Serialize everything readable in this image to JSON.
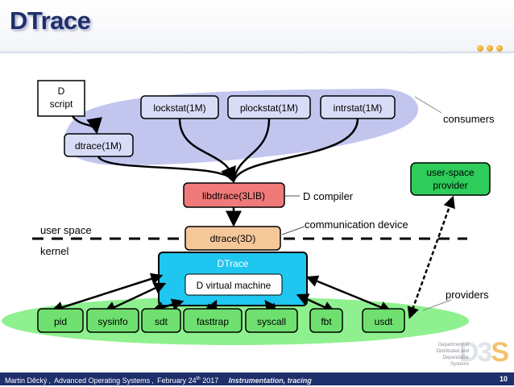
{
  "slide": {
    "title": "DTrace",
    "page_number": "10"
  },
  "footer": {
    "author": "Martin Děcký",
    "course": "Advanced Operating Systems",
    "date_month_day": "February 24",
    "date_suffix": "th",
    "date_year": "2017",
    "topic": "Instrumentation, tracing"
  },
  "logo": {
    "lines": [
      "Department of",
      "Distributed and",
      "Dependable",
      "Systems"
    ],
    "mark_prefix": "D3",
    "mark_suffix": "S"
  },
  "diagram": {
    "consumers": {
      "d_script_line1": "D",
      "d_script_line2": "script",
      "dtrace_cmd": "dtrace(1M)",
      "lockstat": "lockstat(1M)",
      "plockstat": "plockstat(1M)",
      "intrstat": "intrstat(1M)"
    },
    "libdtrace": "libdtrace(3LIB)",
    "dtrace_dev": "dtrace(3D)",
    "kernel_box_title": "DTrace",
    "dvm": "D virtual machine",
    "user_space_provider_line1": "user-space",
    "user_space_provider_line2": "provider",
    "labels": {
      "consumers": "consumers",
      "d_compiler": "D compiler",
      "communication_device": "communication device",
      "user_space": "user space",
      "kernel": "kernel",
      "providers": "providers"
    },
    "providers": [
      "pid",
      "sysinfo",
      "sdt",
      "fasttrap",
      "syscall",
      "fbt",
      "usdt"
    ],
    "colors": {
      "consumer_fill": "#d9dcf7",
      "consumer_blob": "#bfc3ee",
      "libdtrace_fill": "#f07a7a",
      "dtrace_dev_fill": "#f5c89a",
      "kernel_fill": "#1fc6f0",
      "provider_fill": "#6fe06f",
      "provider_blob": "#8ff08f",
      "userspace_provider_fill": "#2ecc5a"
    }
  }
}
